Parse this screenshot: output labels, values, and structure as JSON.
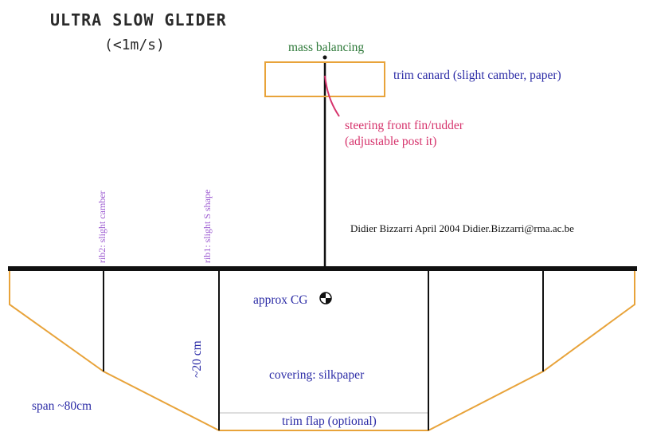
{
  "title": "ULTRA SLOW GLIDER",
  "subtitle": "(<1m/s)",
  "labels": {
    "mass_balancing": "mass balancing",
    "trim_canard": "trim canard (slight camber, paper)",
    "steering_line1": "steering front fin/rudder",
    "steering_line2": "(adjustable post it)",
    "author": "Didier Bizzarri  April 2004  Didier.Bizzarri@rma.ac.be",
    "rib2": "rib2: slight camber",
    "rib1": "rib1: slight S shape",
    "approx_cg": "approx CG",
    "chord": "~20 cm",
    "covering": "covering: silkpaper",
    "span": "span ~80cm",
    "trim_flap": "trim flap (optional)"
  },
  "colors": {
    "outline": "#e8a33a",
    "structure": "#111111",
    "blue_text": "#2b2ba6",
    "green_text": "#2f7a3a",
    "pink_text": "#d6336c",
    "purple_text": "#9b59d0"
  },
  "icons": {
    "cg": "cg-symbol-icon"
  }
}
